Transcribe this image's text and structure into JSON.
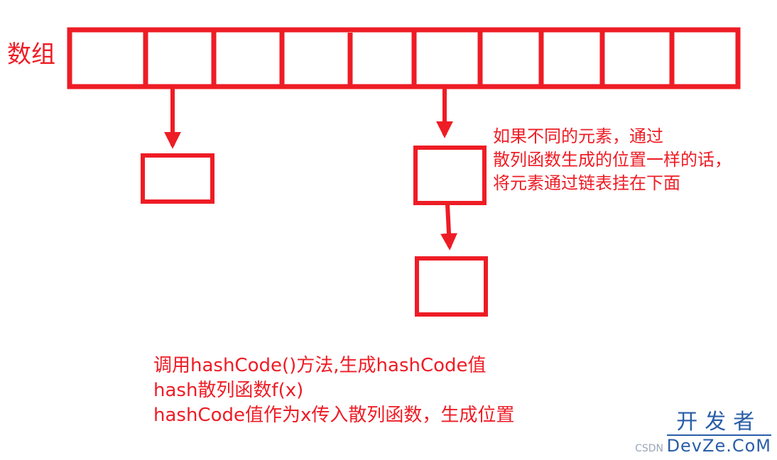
{
  "array_label": "数组",
  "collision_note": [
    "如果不同的元素，通过",
    "散列函数生成的位置一样的话，",
    "将元素通过链表挂在下面"
  ],
  "hash_note": [
    "调用hashCode()方法,生成hashCode值",
    "hash散列函数f(x)",
    "hashCode值作为x传入散列函数，生成位置"
  ],
  "watermark": {
    "cn": "开发者",
    "en": "DevZe.CoM",
    "csdn": "CSDN"
  },
  "colors": {
    "stroke": "#ee1c25",
    "watermark": "#2a5ea8"
  },
  "array": {
    "slot_count": 10
  }
}
